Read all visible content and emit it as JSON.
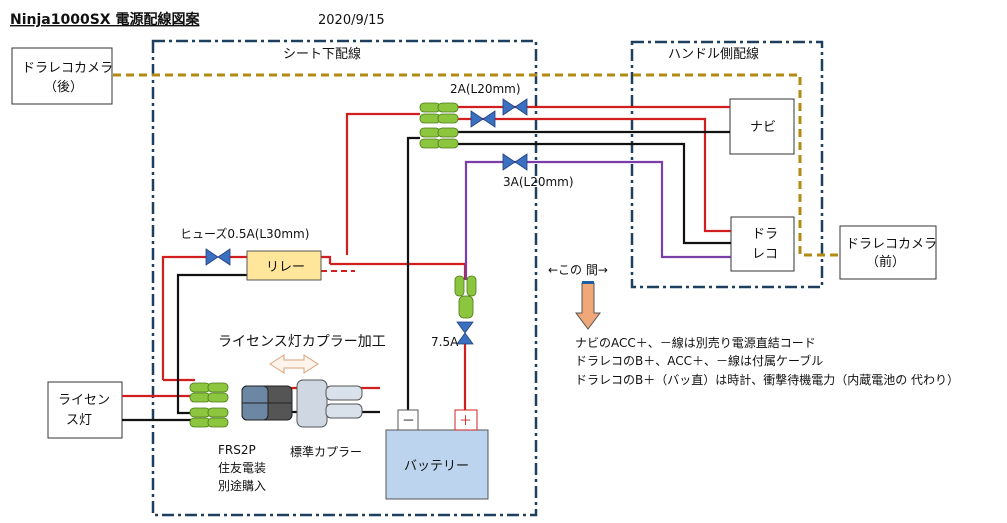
{
  "title": "Ninja1000SX  電源配線図案",
  "date": "2020/9/15",
  "regions": {
    "seat": "シート下配線",
    "handle": "ハンドル側配線"
  },
  "components": {
    "rear_camera": [
      "ドラレコカメラ",
      "（後）"
    ],
    "front_camera": [
      "ドラレコカメラ",
      "（前）"
    ],
    "navi": "ナビ",
    "dashcam": [
      "ドラ",
      "レコ"
    ],
    "relay": "リレー",
    "battery": "バッテリー",
    "battery_minus": "－",
    "battery_plus": "＋",
    "license_lamp": [
      "ライセン",
      "ス灯"
    ]
  },
  "labels": {
    "fuse_2a": "2A(L20mm)",
    "fuse_3a": "3A(L20mm)",
    "fuse_relay": "ヒューズ0.5A(L30mm)",
    "fuse_75a": "7.5A",
    "coupler_mod": "ライセンス灯カプラー加工",
    "frs2p": [
      "FRS2P",
      "住友電装",
      "別途購入"
    ],
    "std_coupler": "標準カプラー",
    "between": "←この 間→"
  },
  "notes": [
    "ナビのACC＋、－線は別売り電源直結コード",
    "ドラレコのB＋、ACC＋、－線は付属ケーブル",
    "ドラレコのB＋（バッ直）は時計、衝撃待機電力（内蔵電池の 代わり）"
  ],
  "colors": {
    "power": "#d11f1f",
    "ground": "#111111",
    "acc": "#7a3ea8",
    "camera_cable": "#b38a12",
    "region_border": "#1f3f5f",
    "fuse": "#3b6fbf",
    "connector": "#8cc63f",
    "relay_fill": "#ffe69a",
    "battery_fill": "#bcd4ee",
    "arrow_fill": "#f0a878"
  }
}
